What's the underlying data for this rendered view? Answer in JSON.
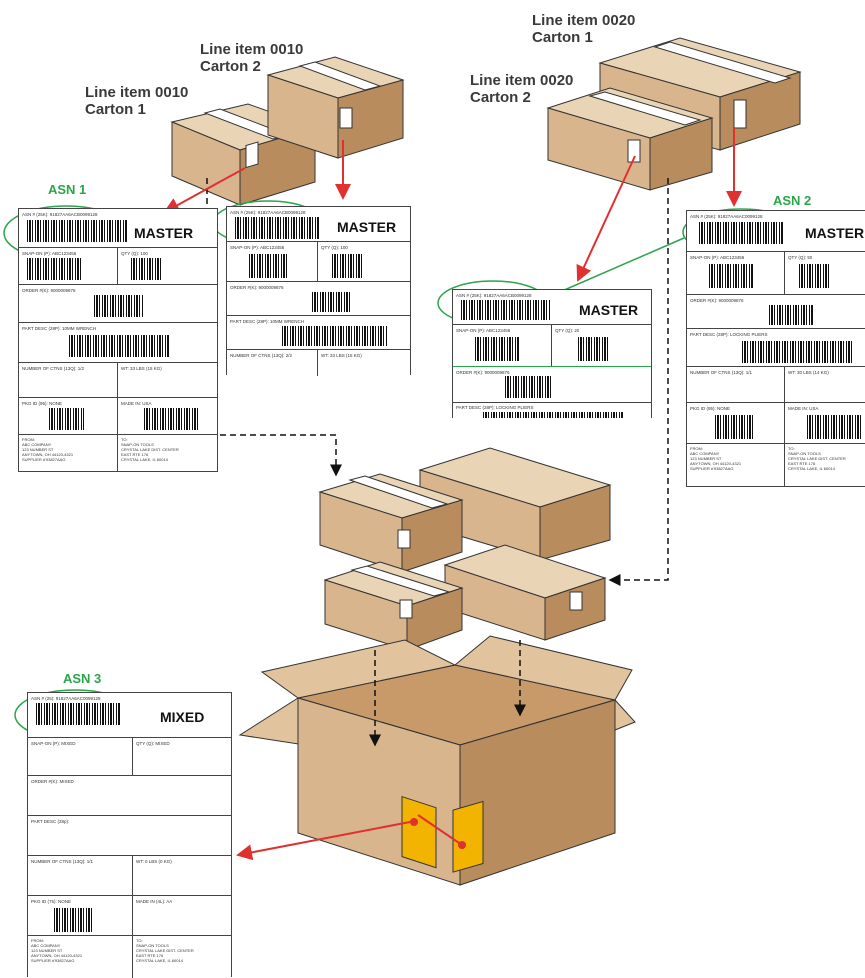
{
  "labels": {
    "li0010_c2": [
      "Line item 0010",
      "Carton 2"
    ],
    "li0010_c1": [
      "Line item 0010",
      "Carton 1"
    ],
    "li0020_c1": [
      "Line item 0020",
      "Carton 1"
    ],
    "li0020_c2": [
      "Line item 0020",
      "Carton 2"
    ]
  },
  "asn": {
    "asn1": "ASN 1",
    "asn2": "ASN 2",
    "asn3": "ASN 3"
  },
  "label_type": {
    "master": "MASTER",
    "mixed": "MIXED"
  },
  "card1": {
    "asn": "ASN # (25K): 91827AA6ACB0099128",
    "snap": "SNAP-ON (P): ABC123456",
    "qty": "QTY (Q): 100",
    "order": "ORDER #(K): 9000009876",
    "part": "PART DESC (28P): 10MM WRENCH",
    "ctns": "NUMBER OF CTNS (13Q): 1/2",
    "wt": "WT: 33 LBS (15 KG)",
    "pkg": "PKG ID (95): NONE",
    "made": "MADE IN: USA",
    "from": "FROM:\nABC COMPANY\n123 NUMBER ST\nANYTOWN, OH 44120-4321\nSUPPLIER #'93827AAG",
    "to": "TO:\nSNAP-ON TOOLS\nCRYSTAL LAKE DIST. CENTER\nEAST RTE 176\nCRYSTAL LAKE, IL 60014"
  },
  "card2": {
    "asn": "ASN # (25K): 91827AA6ACB0099128",
    "snap": "SNAP-ON (P): ABC123456",
    "qty": "QTY (Q): 100",
    "order": "ORDER #(K): 9000009876",
    "part": "PART DESC (28P): 10MM WRENCH",
    "ctns": "NUMBER OF CTNS (13Q): 2/2",
    "wt": "WT: 33 LBS (15 KG)"
  },
  "card3": {
    "asn": "ASN # (25K): 91827AA6ACB0099128",
    "snap": "SNAP-ON (P): ABC123456",
    "qty": "QTY (Q): 20",
    "order": "ORDER #(K): 9000009876",
    "part": "PART DESC (28P): LOCKING PLIERS"
  },
  "card4": {
    "asn": "ASN # (25K): 91827AA6AC0099128",
    "snap": "SNAP-ON (P): ABC123456",
    "qty": "QTY (Q): 50",
    "order": "ORDER #(K): 9000009876",
    "part": "PART DESC (28P): LOCKING PLIERS",
    "ctns": "NUMBER OF CTNS (13Q): 1/1",
    "wt": "WT: 30 LBS (14 KG)",
    "pkg": "PKG ID (95): NONE",
    "made": "MADE IN: USA",
    "from": "FROM:\nABC COMPANY\n123 NUMBER ST\nANYTOWN, OH 44120-4321\nSUPPLIER #'93827AAG",
    "to": "TO:\nSNAP-ON TOOLS\nCRYSTAL LAKE DIST. CENTER\nEAST RTE 176\nCRYSTAL LAKE, IL 60014"
  },
  "card5": {
    "asn": "ASN # (25): 91827AA6AC0099128",
    "snap": "SNAP-ON (P): MIXED",
    "qty": "QTY (Q): MIXED",
    "order": "ORDER #(K): MIXED",
    "part": "PART DESC (28p):",
    "ctns": "NUMBER OF CTNS (13Q): 1/1",
    "wt": "WT: 0 LBS (0 KG)",
    "pkg": "PKG ID (75): NONE",
    "made": "MADE IN (4L): AA",
    "from": "FROM:\nABC COMPANY\n123 NUMBER ST\nANYTOWN, OH 44120-4321\nSUPPLIER #'93827AAG",
    "to": "TO:\nSNAP-ON TOOLS\nCRYSTAL LAKE DIST. CENTER\nEAST RTE 176\nCRYSTAL LAKE, IL 60014"
  },
  "colors": {
    "box": "#d8b58c",
    "box_top": "#ead4b6",
    "box_side": "#b88c5c",
    "arrow": "#e03030",
    "green": "#2ca44a",
    "tag": "#f2b400"
  }
}
